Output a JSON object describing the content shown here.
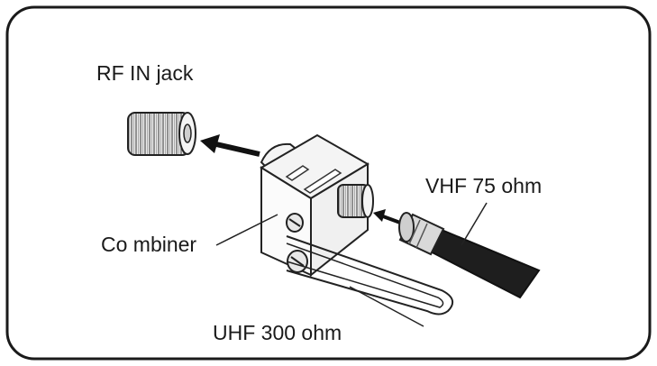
{
  "diagram": {
    "labels": {
      "rf_in_jack": "RF IN jack",
      "vhf": "VHF 75 ohm",
      "combiner": "Co mbiner",
      "uhf": "UHF 300 ohm"
    },
    "colors": {
      "ink": "#1a1a1a",
      "background": "#ffffff",
      "cable": "#1e1e1e",
      "metal": "#d9d9d9"
    }
  }
}
